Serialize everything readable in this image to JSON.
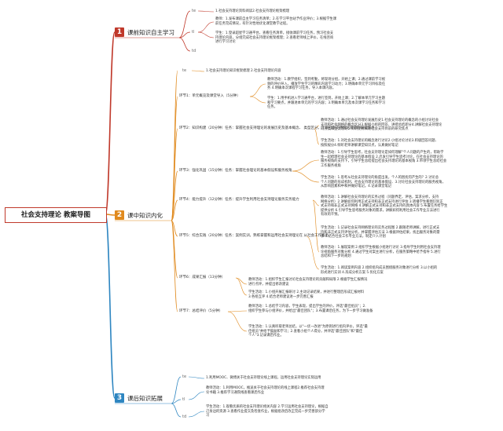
{
  "root": "社会支持理论 教案导图",
  "colors": {
    "sec1": "#c0392b",
    "sec2": "#e08a1e",
    "sec3": "#2e86c1"
  },
  "sections": [
    {
      "num": "1",
      "title": "课前知识自主学习",
      "subs": [
        "te",
        "tl",
        "td"
      ],
      "texts": [
        "1.社会支持理论资料阅读2.社会支持理论框架梳理",
        "教师：1.发布课前自主学习任务清单；2.在学习平台站予作业评价；3.根据学生课\n前任务完成情况，有针对性地优化课堂教学过程。",
        "学生：1.登录超星学习通平台，查看任务清单，接收课前学习任务，预习社会支\n持理论内容，分组完成社会支持理论框架梳理；2.查看老师线上评价，在线咨询\n进行学习讨论"
      ]
    },
    {
      "num": "2",
      "title": "课中知识内化",
      "links": [
        "te",
        "环节1：单元概览及课堂导入（5分钟）",
        "环节2：知识构建（20分钟）任务：掌握社会支持理论的发展历史及基本概念、\n类型区分，了解社会支持理论目前的研究焦点",
        "环节3：强化巩固（15分钟）任务：掌握社会理论的基本假设和服务视角",
        "环节4：能力提升（12分钟）任务：提升学生利用社会支持理论服务实务能力",
        "环节5：综合实践（20分钟）任务：案例实训，熟练掌握和运用社会支持理论在\n从社会工作服务",
        "环节6：成果汇报（13分钟）",
        "环节7：总结评价（5分钟）"
      ],
      "details": [
        "1.社会支持理论知识框架梳理 2.社会支持理论内容",
        "教师活动：1.教学组织，签到考勤，将现场分组，开始上课；2.通过课前学习视\n频的评价导入，播放学生学习的精彩内容学习动力；3.明确本单元学习目标及任\n务 4.明确本次课程学习任务，导入本课内容。",
        "学生：1.用手机进入学习通平台，进行签到，开始上课；2.了解本单元学习主题\n和学习要点，并跟进本单元的学习内容；3.明确本单元及本次课学习任务和学习\n任务。",
        "教师活动：1.通过社会支持理论发展历史1.社会支持理论的概念的小组讨论社会\n支持和社会网络的概念区分3.根据小组的回答，讲授总结即分4.讲解社会支持理论\n的分类和主流理论5.简明扼要阐述社会支持目前的研究焦点",
        "学生活动：1.对社会支持理论的概念进行讨论2.小组讨论讨论3.积极回答问题、\n按照规分4.倾听老师讲解课堂知识点，认真做好笔记",
        "教师活动：1.引导学生思考，社会支持理论是如何理解\"个人问题的产生的，帮助学\n生一起梳理社会支持理论的基本假设 2.启发引导学生思考讨论，在社会支持理论的\n服务视角的支持下，引导学生总结提出社会支持理论的基本视角 3.带领学生总结社会\n工作服务视角",
        "学生活动：1.思考从社会支持理论的角度出发，个人的困扰何产生的？2.讨论总\n个人问题的形成机制，社会支持理论的基本假设、3.讨论社会支持理论的服务视角，\n从影响因素和中和并做好笔记。4.记录课堂笔记",
        "教师活动：1.讲解社会支持理论的实务过程（问题界定，评估，案求分析，支持\n网络分析）2.讲解如何利用正式支持和非正式支持进行评估 3.转播学生看图识别正\n式支持和非正式支持网络 4.讲解正式支持和非正式支持的具体内容 5.布置任务给学生\n提供分析 6.引导学生思考服务对象的需求，讲解如何利用社会工作专业方法进行\n有效的干预。",
        "学生活动：1.记录社会支持网络理论的实务过程图 2.跟随老师讲解，进行正式支\n持和非正式支持评估分析，并掌握评估方法 3.根据评估结果，找出服务对象的需\n求 4.结合社会工作专业方法，制定介入计划",
        "教师活动：1.展现案例 2.组织学生根据小组进行讨论 3.指导学生利用社会支持理\n论视角服务对象分析 4.通过学生对案主进行分析，在服务策略中给予指导 5.进行\n总结和下一步的规划",
        "学生活动：1.阅读案例内容 2.组织组内成员围绕服务对象进行分析 3.以小组的\n形式进行实训 4.形成分析方案 5.优化方案",
        "教师活动：1.组织学生汇报讨论社会支持理论的贡献和局限 2.根据学生汇报情况\n进行点评，并提出修改建议",
        "学生活动：1.小组开展汇报研讨 2.主动记录结果，并进行整理后形成汇报材料\n3.各组互评 4.结合老师建议进一步完善汇报",
        "教师活动：1.总结学习内容，学生表现，提出学生的评价，评选\"最佳组员\"；2.\n组织学生参与小组评价，并给出\"最佳团队\"；3.布置课后任务，为下一步学习做准备",
        "学生活动：1.认真听取老师总结，以\"一优一改进\"为原则进行组内评价，评选\"最\n佳组员\"并给予鼓励和学习；2.查看小组个人得分，并评选\"最佳团队\"和\"最佳\n个人\"3.记录课后作业。"
      ]
    },
    {
      "num": "3",
      "title": "课后知识拓展",
      "subs": [
        "te",
        "tl",
        "td"
      ],
      "texts": [
        "1.利用MOOC、微博关于社会支持理论线上课程，运用社会支持理论实际运用",
        "教师活动：1.利用MOOC，推送关于社会支持理论的线上课程2.推荐社会支持理\n论书籍 3.推荐学习通院线查看课后作业",
        "学生活动：1.观看优质的社会支持理论相关内容 2.学习运用社会支持理论，根据自\n己身边的资源 3.查看作业提交及检查作业，根据批改后改正完成一步完善部分学\n习"
      ]
    }
  ]
}
